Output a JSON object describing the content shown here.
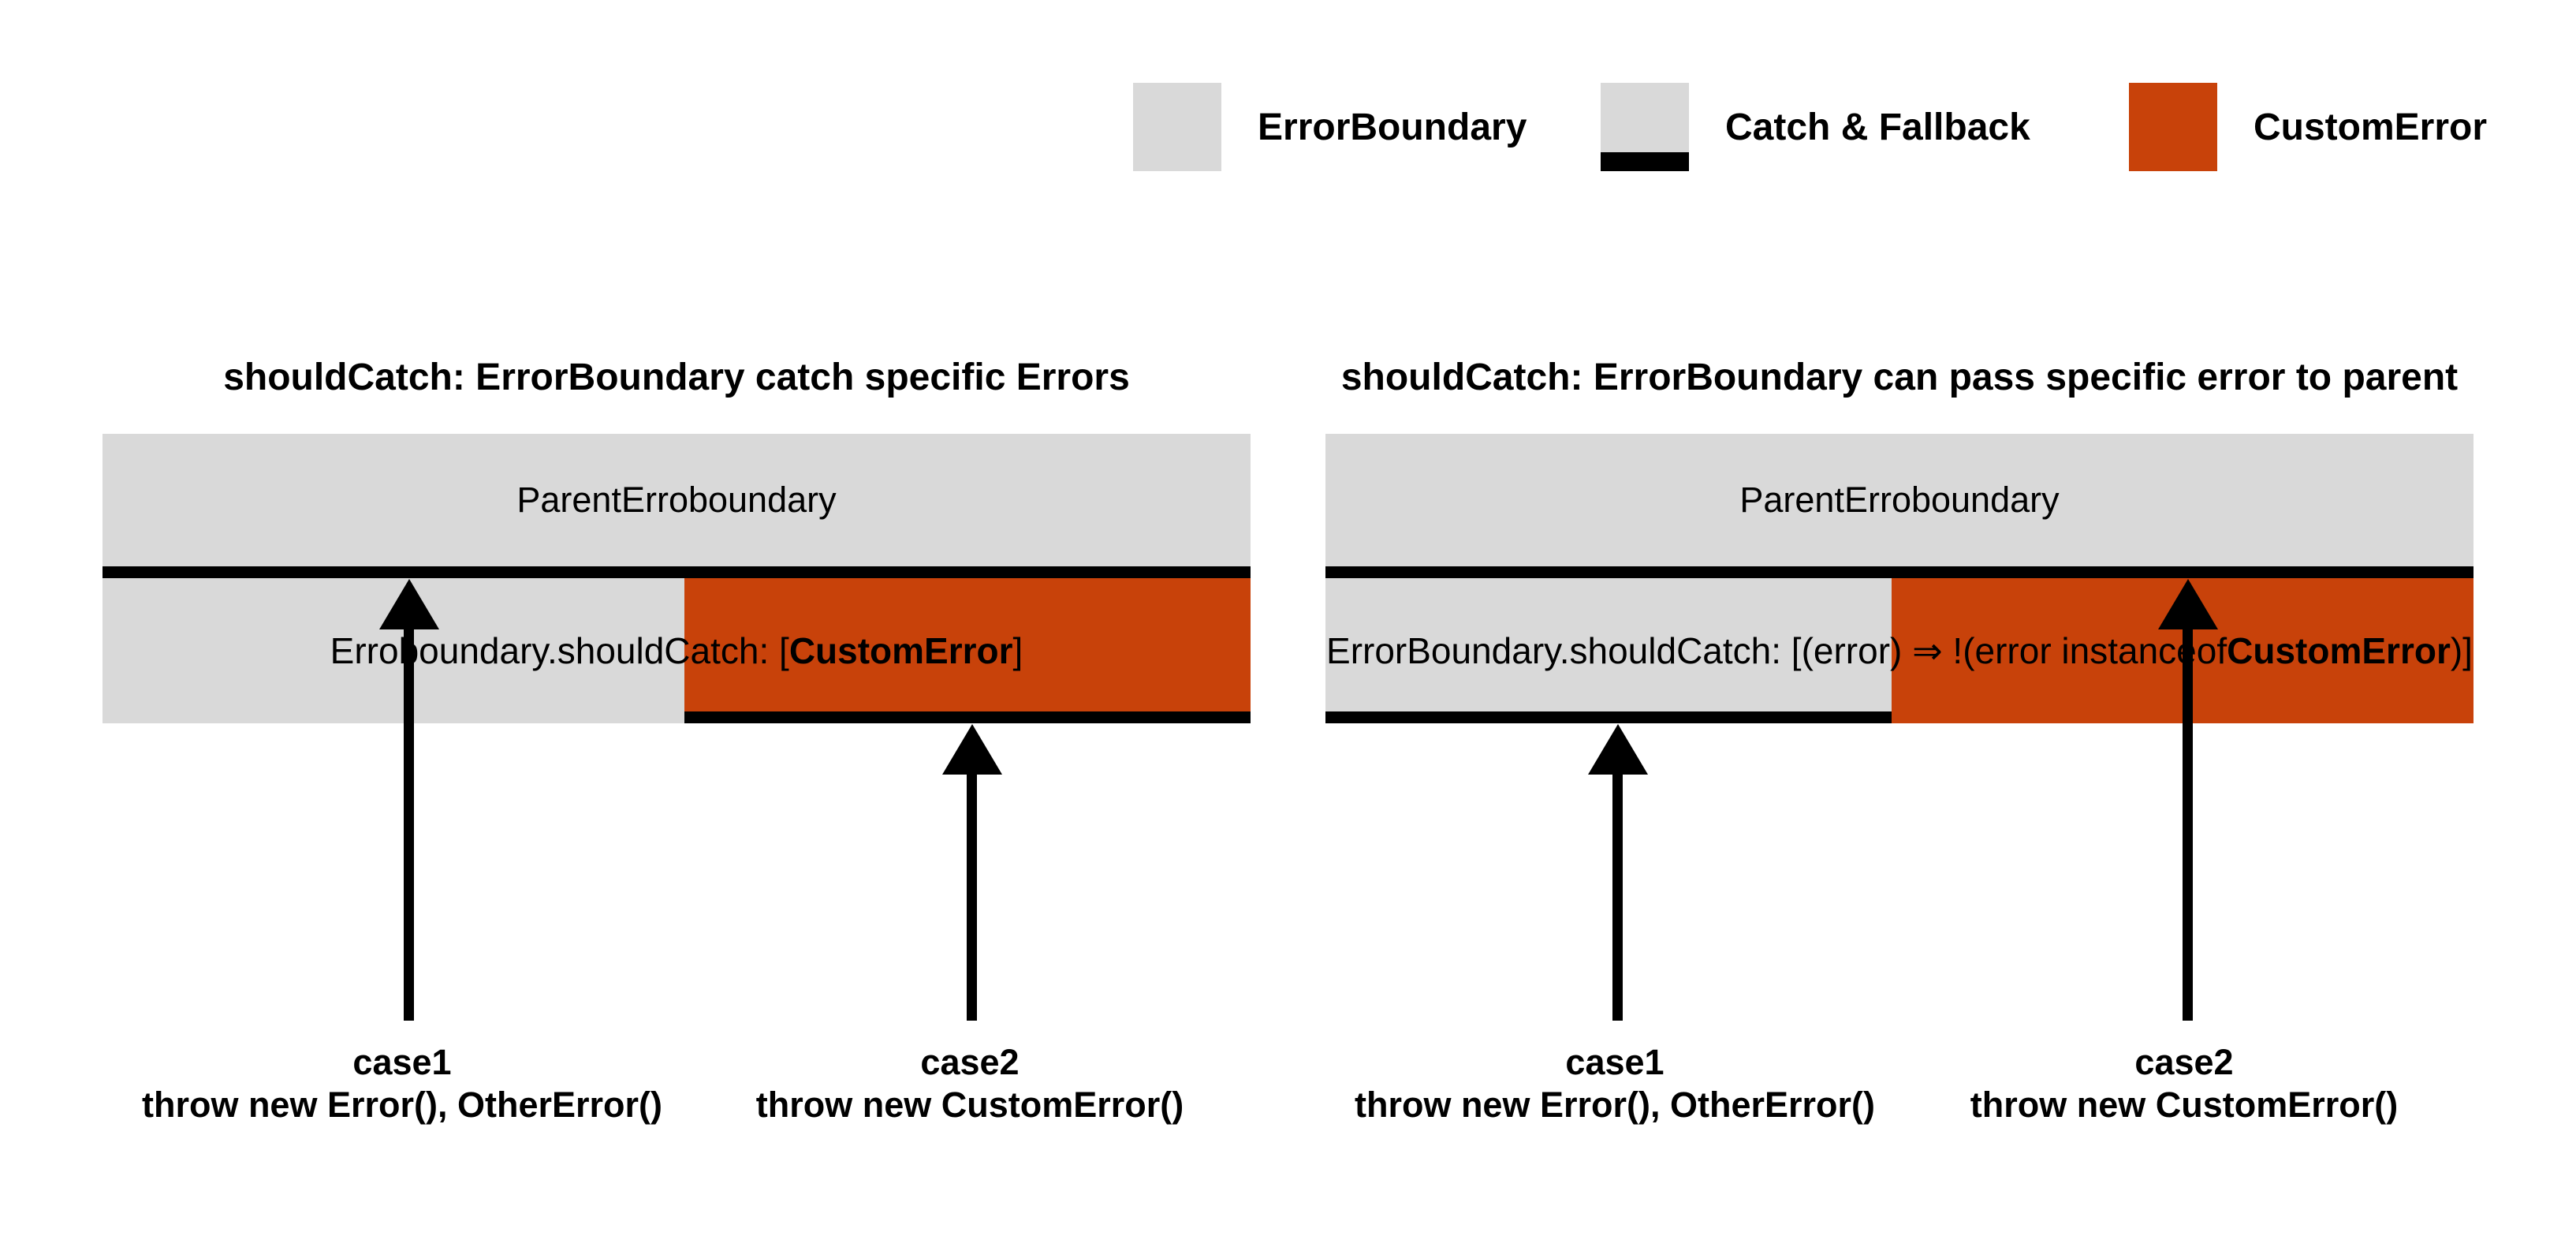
{
  "canvas": {
    "background": "#ffffff"
  },
  "colors": {
    "canvas_bg": "#ffffff",
    "boundary_gray": "#D9D9D9",
    "custom_error_orange": "#C8420A",
    "catch_black": "#000000"
  },
  "legend": {
    "items": [
      {
        "label": "ErrorBoundary"
      },
      {
        "label": "Catch & Fallback"
      },
      {
        "label": "CustomError"
      }
    ]
  },
  "diagrams": [
    {
      "title": "shouldCatch: ErrorBoundary catch specific Errors",
      "parent_label": "ParentErroboundary",
      "child_text_prefix": "Erroboundary.shouldCatch: [",
      "child_text_bold": "CustomError",
      "child_text_suffix": "]",
      "cases": [
        {
          "name": "case1",
          "code": "throw new Error(), OtherError()"
        },
        {
          "name": "case2",
          "code": "throw new CustomError()"
        }
      ]
    },
    {
      "title": "shouldCatch: ErrorBoundary can pass specific error to parent",
      "parent_label": "ParentErroboundary",
      "child_text_prefix": "ErrorBoundary.shouldCatch: [(error) ⇒ !(error instanceof ",
      "child_text_bold": "CustomError",
      "child_text_suffix": ")]",
      "cases": [
        {
          "name": "case1",
          "code": "throw new Error(), OtherError()"
        },
        {
          "name": "case2",
          "code": "throw new CustomError()"
        }
      ]
    }
  ]
}
